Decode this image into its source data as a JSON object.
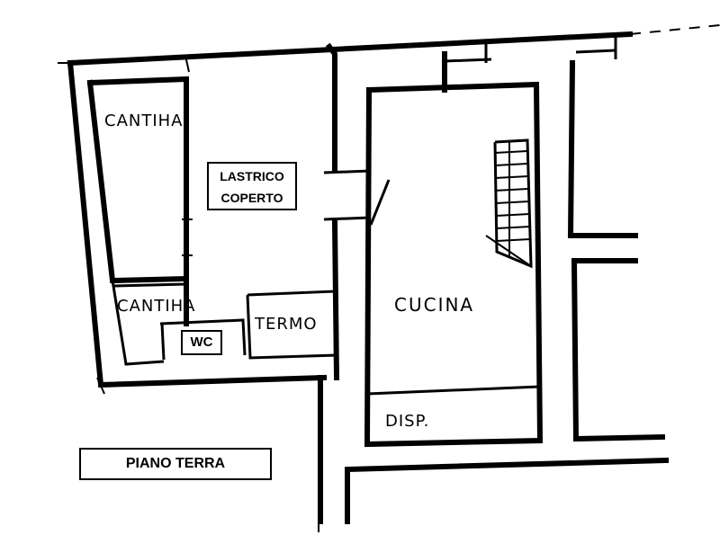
{
  "rooms": {
    "cantina_upper": "CANTIHA",
    "cantina_lower": "CANTIHA",
    "termo": "TERMO",
    "cucina": "CUCINA",
    "disp": "DISP."
  },
  "labels": {
    "lastrico_line1": "LASTRICO",
    "lastrico_line2": "COPERTO",
    "wc": "WC",
    "piano_terra": "PIANO TERRA"
  }
}
